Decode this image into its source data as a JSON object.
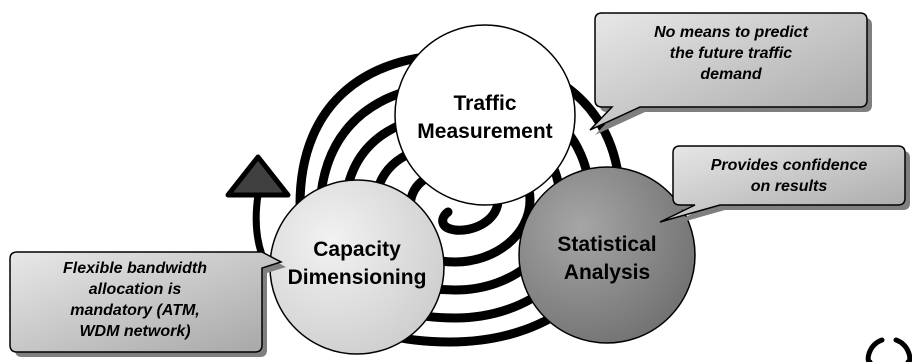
{
  "diagram": {
    "nodes": {
      "traffic_measurement": {
        "line1": "Traffic",
        "line2": "Measurement",
        "fill": "#ffffff"
      },
      "statistical_analysis": {
        "line1": "Statistical",
        "line2": "Analysis",
        "fill": "#8c8c8c"
      },
      "capacity_dimensioning": {
        "line1": "Capacity",
        "line2": "Dimensioning",
        "fill": "#d9d9d9"
      }
    },
    "callouts": {
      "prediction": {
        "lines": [
          "No means to predict",
          "the future traffic",
          "demand"
        ],
        "fill": "#bfbfbf"
      },
      "confidence": {
        "lines": [
          "Provides confidence",
          "on results"
        ],
        "fill": "#bfbfbf"
      },
      "bandwidth": {
        "lines": [
          "Flexible bandwidth",
          "allocation is",
          "mandatory (ATM,",
          "WDM network)"
        ],
        "fill": "#bfbfbf"
      }
    },
    "colors": {
      "spiral": "#000000",
      "arrow_head": "#404040",
      "shadow": "#7f7f7f"
    }
  }
}
